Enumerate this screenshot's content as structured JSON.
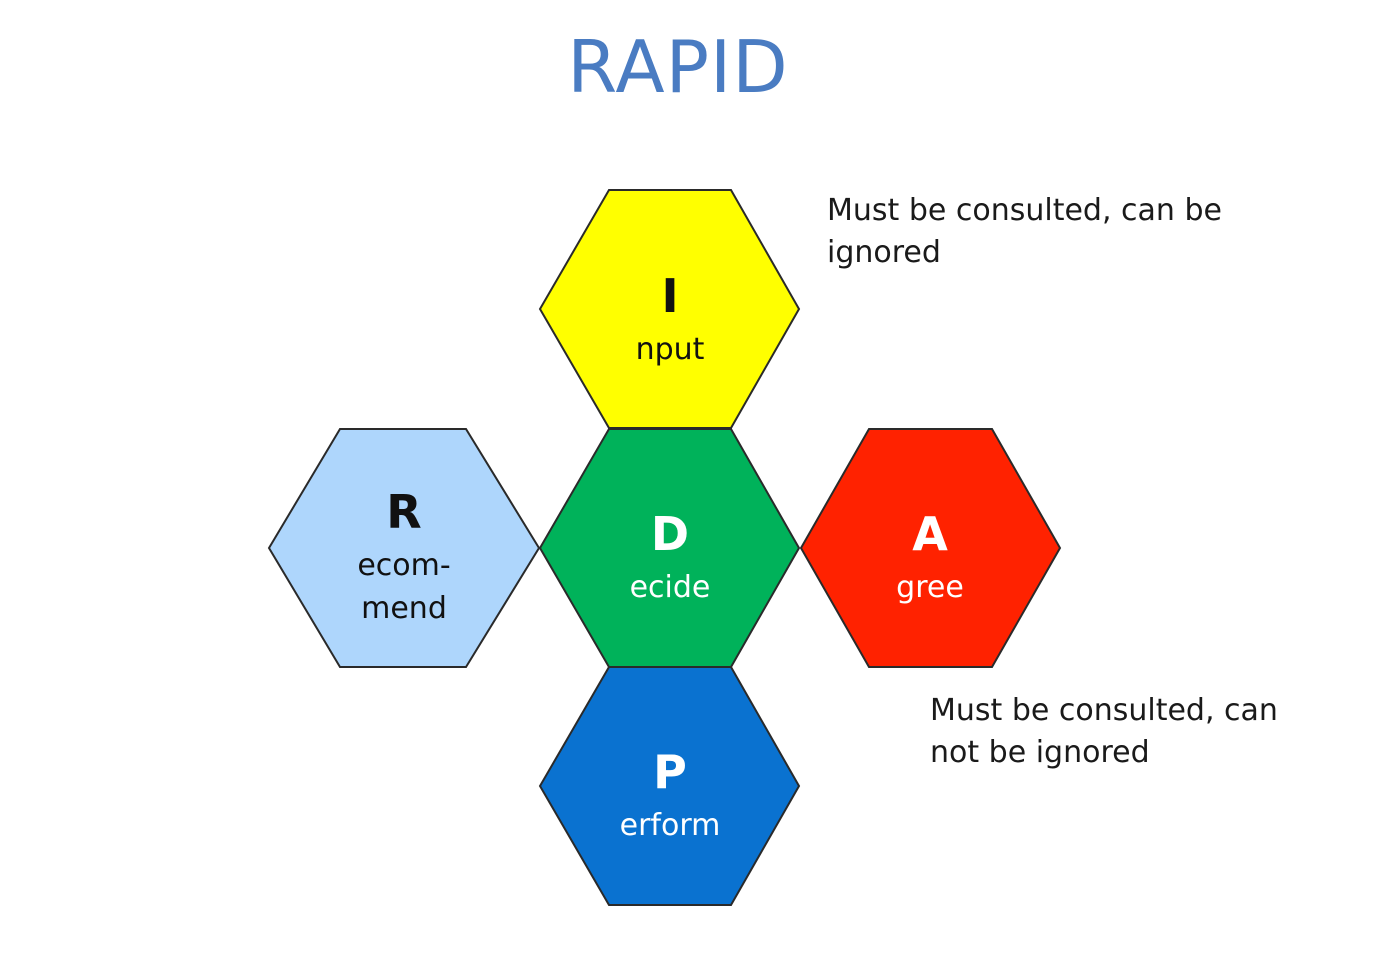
{
  "title": "RAPID",
  "hexagons": {
    "input": {
      "letter": "I",
      "label_lines": [
        "nput"
      ],
      "fill": "#ffff00",
      "text_color": "#111111"
    },
    "recommend": {
      "letter": "R",
      "label_lines": [
        "ecom-",
        "mend"
      ],
      "fill": "#aed6fc",
      "text_color": "#111111"
    },
    "decide": {
      "letter": "D",
      "label_lines": [
        "ecide"
      ],
      "fill": "#00b25a",
      "text_color": "#ffffff"
    },
    "agree": {
      "letter": "A",
      "label_lines": [
        "gree"
      ],
      "fill": "#ff2200",
      "text_color": "#ffffff"
    },
    "perform": {
      "letter": "P",
      "label_lines": [
        "erform"
      ],
      "fill": "#0a72d0",
      "text_color": "#ffffff"
    }
  },
  "notes": {
    "input": [
      "Must be consulted, can be",
      "ignored"
    ],
    "agree": [
      "Must be consulted, can",
      "not be ignored"
    ]
  }
}
